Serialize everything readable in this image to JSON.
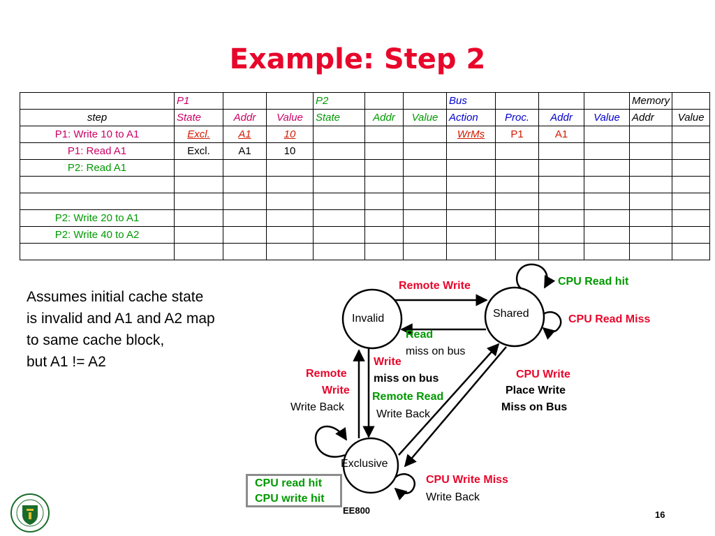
{
  "title": "Example: Step 2",
  "table": {
    "group_row": [
      "",
      "P1",
      "",
      "",
      "P2",
      "",
      "",
      "Bus",
      "",
      "",
      "",
      "Memory",
      ""
    ],
    "header_row": [
      "step",
      "State",
      "Addr",
      "Value",
      "State",
      "Addr",
      "Value",
      "Action",
      "Proc.",
      "Addr",
      "Value",
      "Addr",
      "Value"
    ],
    "rows": [
      [
        "P1: Write 10 to A1",
        "Excl.",
        "A1",
        "10",
        "",
        "",
        "",
        "WrMs",
        "P1",
        "A1",
        "",
        "",
        ""
      ],
      [
        "P1: Read A1",
        "Excl.",
        "A1",
        "10",
        "",
        "",
        "",
        "",
        "",
        "",
        "",
        "",
        ""
      ],
      [
        "P2: Read A1",
        "",
        "",
        "",
        "",
        "",
        "",
        "",
        "",
        "",
        "",
        "",
        ""
      ],
      [
        "",
        "",
        "",
        "",
        "",
        "",
        "",
        "",
        "",
        "",
        "",
        "",
        ""
      ],
      [
        "",
        "",
        "",
        "",
        "",
        "",
        "",
        "",
        "",
        "",
        "",
        "",
        ""
      ],
      [
        "P2: Write 20 to A1",
        "",
        "",
        "",
        "",
        "",
        "",
        "",
        "",
        "",
        "",
        "",
        ""
      ],
      [
        "P2: Write 40 to A2",
        "",
        "",
        "",
        "",
        "",
        "",
        "",
        "",
        "",
        "",
        "",
        ""
      ],
      [
        "",
        "",
        "",
        "",
        "",
        "",
        "",
        "",
        "",
        "",
        "",
        "",
        ""
      ]
    ]
  },
  "assumption_lines": [
    "Assumes initial cache state",
    "is invalid and A1 and A2 map",
    "to same cache block,",
    "but A1 !=  A2"
  ],
  "diagram": {
    "states": {
      "invalid": "Invalid",
      "shared": "Shared",
      "exclusive": "Exclusive"
    },
    "labels": {
      "remote_write_top": "Remote Write",
      "cpu_read_hit": "CPU Read hit",
      "cpu_read_miss": "CPU Read Miss",
      "read": "Read",
      "miss_on_bus": "miss on bus",
      "write": "Write",
      "miss_on_bus_bold": "miss on bus",
      "remote_read": "Remote Read",
      "write_back_mid": "Write Back",
      "remote": "Remote",
      "write_left": "Write",
      "write_back_left": "Write Back",
      "cpu_write": "CPU Write",
      "place_write": "Place Write",
      "miss_on_bus_right": "Miss on Bus",
      "cpu_write_miss": "CPU Write Miss",
      "write_back_bottom": "Write Back",
      "cpu_read_hit_box": "CPU read hit",
      "cpu_write_hit_box": "CPU write hit"
    }
  },
  "footer": "EE800",
  "page_number": "16",
  "colors": {
    "title": "#e8062b",
    "green": "#009900",
    "blue": "#0000cc",
    "magenta": "#cc0066"
  }
}
